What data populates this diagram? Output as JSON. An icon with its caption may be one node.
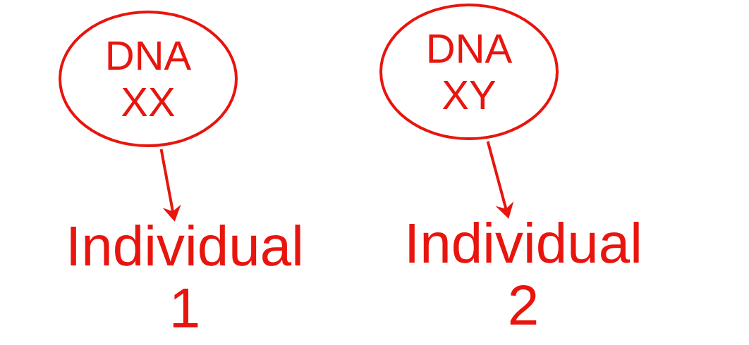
{
  "diagram": {
    "nodes": [
      {
        "text": [
          "DNA",
          "XX"
        ]
      },
      {
        "text": [
          "DNA",
          "XY"
        ]
      },
      {
        "text": [
          "Individual 1"
        ]
      },
      {
        "text": [
          "Individual 2"
        ]
      }
    ],
    "edges": [
      {
        "from": 0,
        "to": 2,
        "arrow": "to"
      },
      {
        "from": 1,
        "to": 3,
        "arrow": "to"
      }
    ]
  }
}
